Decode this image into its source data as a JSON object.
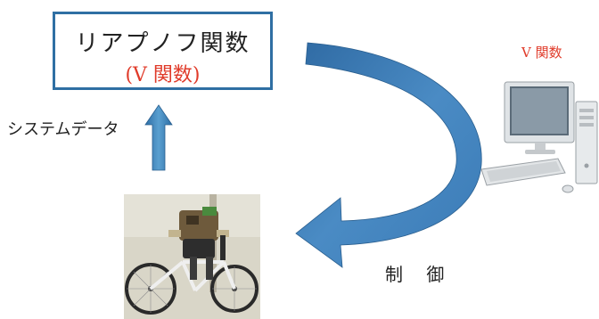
{
  "function_box": {
    "title": "リアプノフ関数",
    "subtitle": "(V 関数)"
  },
  "system_data_label": "システムデータ",
  "v_function_label": "V 関数",
  "control_label": "制 御",
  "colors": {
    "box_border": "#2f6fa3",
    "arrow_blue": "#3d7fb5",
    "highlight_red": "#e03b2a"
  },
  "icons": {
    "computer": "desktop-computer-icon",
    "robot_bicycle": "robot-bicycle-photo"
  }
}
